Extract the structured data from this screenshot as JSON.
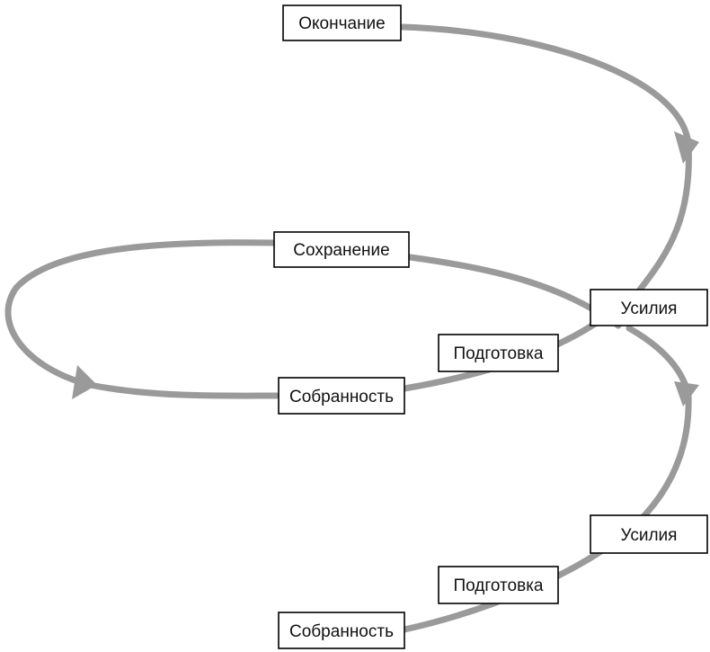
{
  "diagram": {
    "stroke_color": "#9a9a9a",
    "nodes": [
      {
        "id": "okonchanie",
        "label": "Окончание"
      },
      {
        "id": "sokhranenie",
        "label": "Сохранение"
      },
      {
        "id": "usiliya-upper",
        "label": "Усилия"
      },
      {
        "id": "podgotovka-upper",
        "label": "Подготовка"
      },
      {
        "id": "sobrannost-upper",
        "label": "Собранность"
      },
      {
        "id": "usiliya-lower",
        "label": "Усилия"
      },
      {
        "id": "podgotovka-lower",
        "label": "Подготовка"
      },
      {
        "id": "sobrannost-lower",
        "label": "Собранность"
      }
    ]
  }
}
